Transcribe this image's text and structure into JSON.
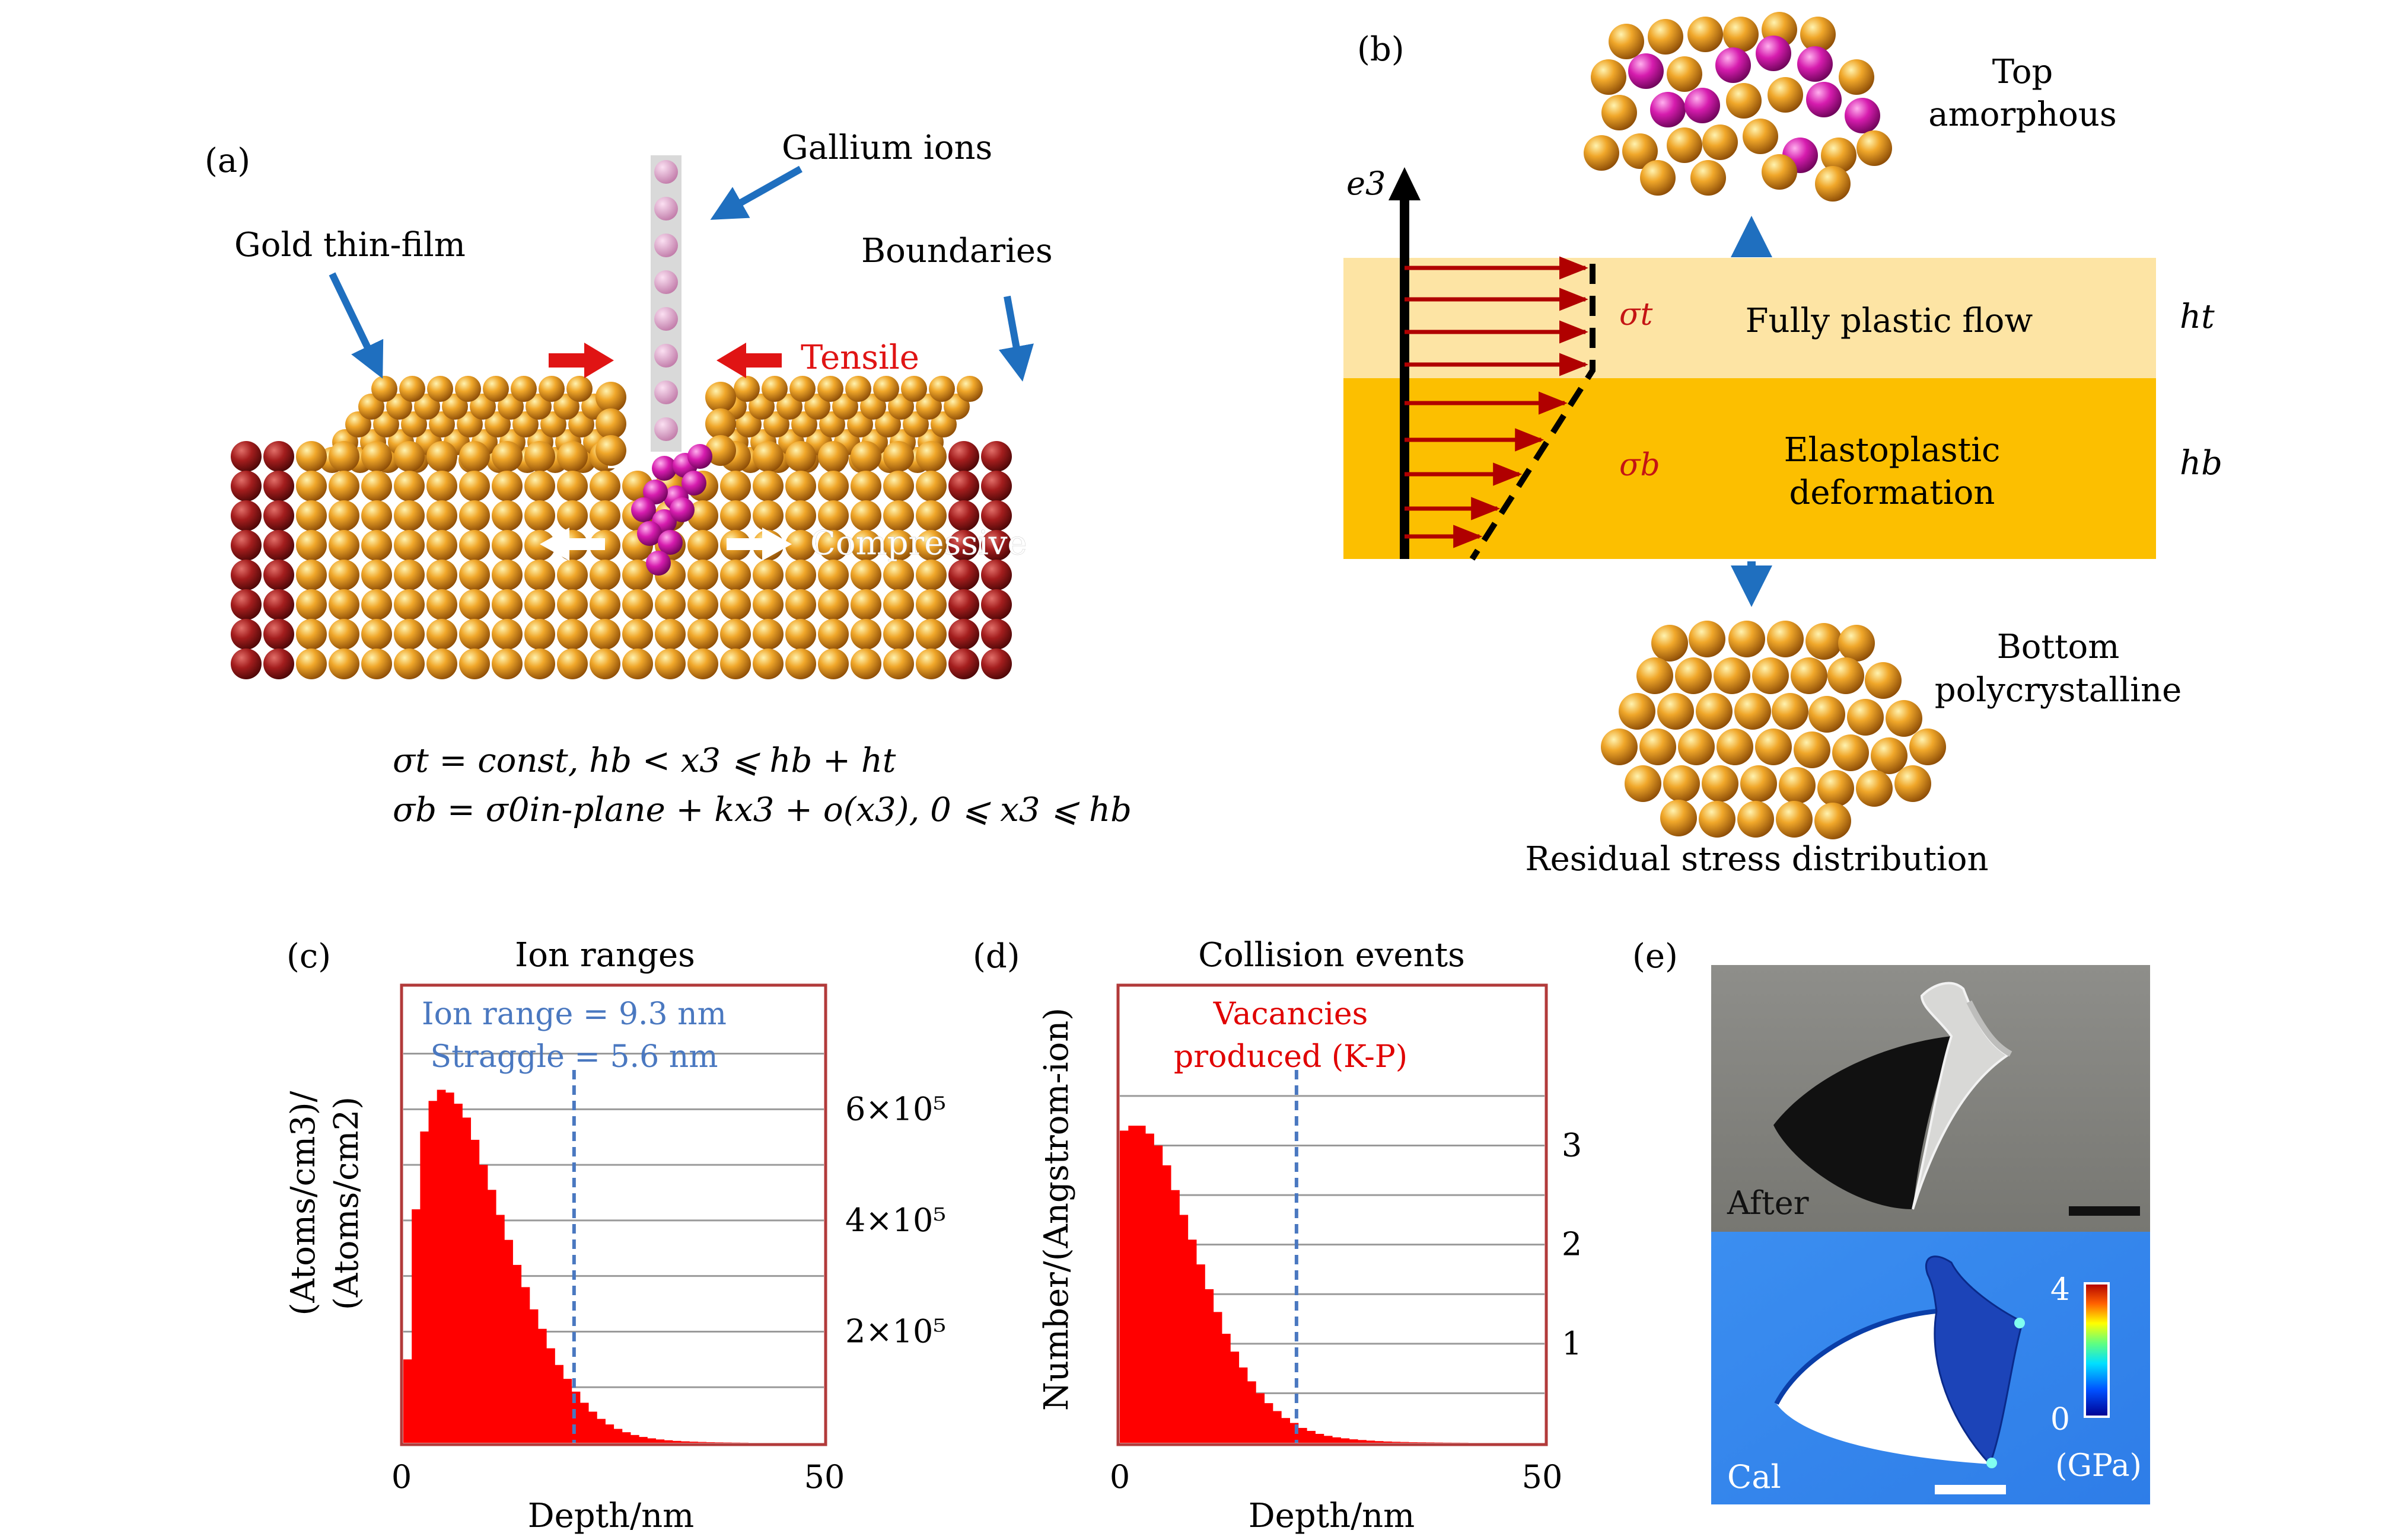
{
  "panel_a": {
    "label": "(a)",
    "gold_film": "Gold thin-film",
    "gallium": "Gallium ions",
    "boundaries": "Boundaries",
    "tensile": "Tensile",
    "compressive": "Compressive",
    "eq1": "σt = const, hb < x3 ⩽ hb + ht",
    "eq2": "σb = σ0in-plane + kx3 + o(x3), 0 ⩽ x3 ⩽ hb"
  },
  "panel_b": {
    "label": "(b)",
    "axis": "e3",
    "sigma_t": "σt",
    "sigma_b": "σb",
    "top_layer": "Fully plastic flow",
    "bottom_layer_1": "Elastoplastic",
    "bottom_layer_2": "deformation",
    "ht": "ht",
    "hb": "hb",
    "top_1": "Top",
    "top_2": "amorphous",
    "bottom_1": "Bottom",
    "bottom_2": "polycrystalline",
    "caption": "Residual stress distribution"
  },
  "chart_data": [
    {
      "type": "bar",
      "panel": "(c)",
      "title": "Ion ranges",
      "xlabel": "Depth/nm",
      "ylabel_1": "(Atoms/cm3)/",
      "ylabel_2": "(Atoms/cm2)",
      "xticks": [
        "0",
        "50"
      ],
      "yticks": [
        "2×10⁵",
        "4×10⁵",
        "6×10⁵"
      ],
      "xlim": [
        0,
        50
      ],
      "ylim": [
        0,
        820000
      ],
      "annotation_1": "Ion range = 9.3 nm",
      "annotation_2": "Straggle = 5.6 nm",
      "marker_x": 20.3,
      "grid": true,
      "color": "#ff0000",
      "x": [
        0,
        1,
        2,
        3,
        4,
        5,
        6,
        7,
        8,
        9,
        10,
        11,
        12,
        13,
        14,
        15,
        16,
        17,
        18,
        19,
        20,
        21,
        22,
        23,
        24,
        25,
        26,
        27,
        28,
        29,
        30,
        31,
        32,
        33,
        34,
        35,
        36,
        37,
        38,
        39,
        40
      ],
      "values": [
        150000,
        420000,
        560000,
        615000,
        635000,
        630000,
        610000,
        585000,
        545000,
        500000,
        455000,
        410000,
        365000,
        320000,
        280000,
        240000,
        205000,
        170000,
        140000,
        115000,
        92000,
        72000,
        56000,
        43000,
        33000,
        25000,
        19000,
        14000,
        10500,
        8000,
        6000,
        4500,
        3400,
        2600,
        2000,
        1500,
        1100,
        800,
        600,
        400,
        250
      ]
    },
    {
      "type": "bar",
      "panel": "(d)",
      "title": "Collision events",
      "xlabel": "Depth/nm",
      "ylabel": "Number/(Angstrom-ion)",
      "xticks": [
        "0",
        "50"
      ],
      "yticks": [
        "1",
        "2",
        "3"
      ],
      "xlim": [
        0,
        50
      ],
      "ylim": [
        0,
        4.6
      ],
      "annotation_1": "Vacancies",
      "annotation_2": "produced (K-P)",
      "marker_x": 20.8,
      "grid": true,
      "color": "#ff0000",
      "x": [
        0,
        1,
        2,
        3,
        4,
        5,
        6,
        7,
        8,
        9,
        10,
        11,
        12,
        13,
        14,
        15,
        16,
        17,
        18,
        19,
        20,
        21,
        22,
        23,
        24,
        25,
        26,
        27,
        28,
        29,
        30,
        31,
        32,
        33,
        34,
        35,
        36,
        37,
        38,
        39,
        40
      ],
      "values": [
        3.15,
        3.2,
        3.2,
        3.12,
        3.0,
        2.8,
        2.55,
        2.3,
        2.05,
        1.8,
        1.55,
        1.32,
        1.1,
        0.92,
        0.76,
        0.62,
        0.5,
        0.4,
        0.32,
        0.25,
        0.2,
        0.15,
        0.12,
        0.09,
        0.07,
        0.055,
        0.045,
        0.035,
        0.028,
        0.022,
        0.017,
        0.013,
        0.01,
        0.008,
        0.006,
        0.005,
        0.004,
        0.003,
        0.002,
        0.0015,
        0.001
      ]
    }
  ],
  "panel_e": {
    "label": "(e)",
    "after": "After",
    "cal": "Cal",
    "cb_max": "4",
    "cb_min": "0",
    "cb_unit": "(GPa)"
  },
  "colors": {
    "gold": "#e39a1f",
    "boundary_red": "#9b1a1a",
    "gallium": "#c8189a",
    "arrow_blue": "#1f6fbf",
    "tensile_red": "#e01414",
    "layer_top": "#fde4a4",
    "layer_bottom": "#fcbf00",
    "chart_frame": "#b23a3a",
    "marker_blue": "#4a78c0",
    "annotation_red": "#e00000"
  }
}
